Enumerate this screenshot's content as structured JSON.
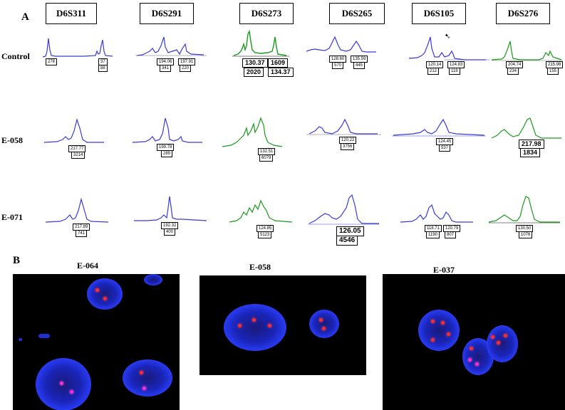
{
  "panel_a_label": "A",
  "panel_b_label": "B",
  "markers": [
    "D6S311",
    "D6S291",
    "D6S273",
    "D6S265",
    "D6S105",
    "D6S276"
  ],
  "rows": [
    "Control",
    "E-058",
    "E-071"
  ],
  "colors": {
    "blue_trace": "#3a3ad8",
    "green_trace": "#1a9a1a",
    "nucleus": "#2b3fff",
    "signal": "#ff2a2a"
  },
  "peak_labels": {
    "control": [
      [
        "278",
        "37",
        "88"
      ],
      [
        "194.06",
        "341",
        "197.91",
        "220"
      ],
      [
        "130.37",
        "1609",
        "2020",
        "134.37"
      ],
      [
        "128.60",
        "570",
        "135.59",
        "445"
      ],
      [
        "120.14",
        "212",
        "124.83",
        "118"
      ],
      [
        "204.74",
        "234",
        "215.98",
        "155"
      ]
    ],
    "e058": [
      [
        "217.77",
        "3214"
      ],
      [
        "199.78",
        "289"
      ],
      [
        "132.51",
        "6079"
      ],
      [
        "120.22",
        "3756"
      ],
      [
        "124.45",
        "537"
      ],
      [
        "217.98",
        "1834"
      ]
    ],
    "e071": [
      [
        "217.89",
        "741"
      ],
      [
        "192.32",
        "400"
      ],
      [
        "124.85",
        "5123"
      ],
      [
        "126.05",
        "4546"
      ],
      [
        "118.71",
        "1190",
        "120.79",
        "807"
      ],
      [
        "130.50",
        "1076"
      ]
    ]
  },
  "fish_panels": [
    "E-064",
    "E-058",
    "E-037"
  ]
}
